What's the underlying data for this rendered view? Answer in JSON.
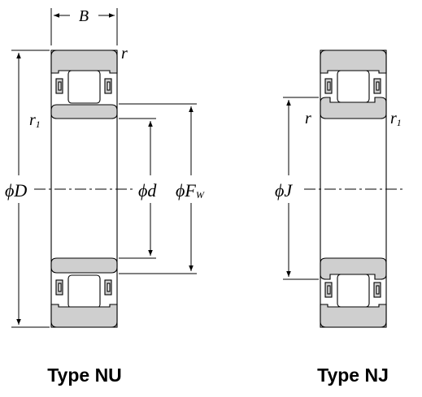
{
  "labels": {
    "B": "B",
    "r_nu_top": "r",
    "r1_nu_left": "r",
    "r1_nu_left_sub": "1",
    "D": "ϕD",
    "d": "ϕd",
    "Fw": "ϕF",
    "Fw_sub": "W",
    "r_nj_left": "r",
    "r1_nj_right": "r",
    "r1_nj_right_sub": "1",
    "J": "ϕJ"
  },
  "captions": {
    "nu": "Type NU",
    "nj": "Type NJ"
  },
  "colors": {
    "ring_fill": "#cfcfcf",
    "line": "#000000",
    "background": "#ffffff"
  }
}
